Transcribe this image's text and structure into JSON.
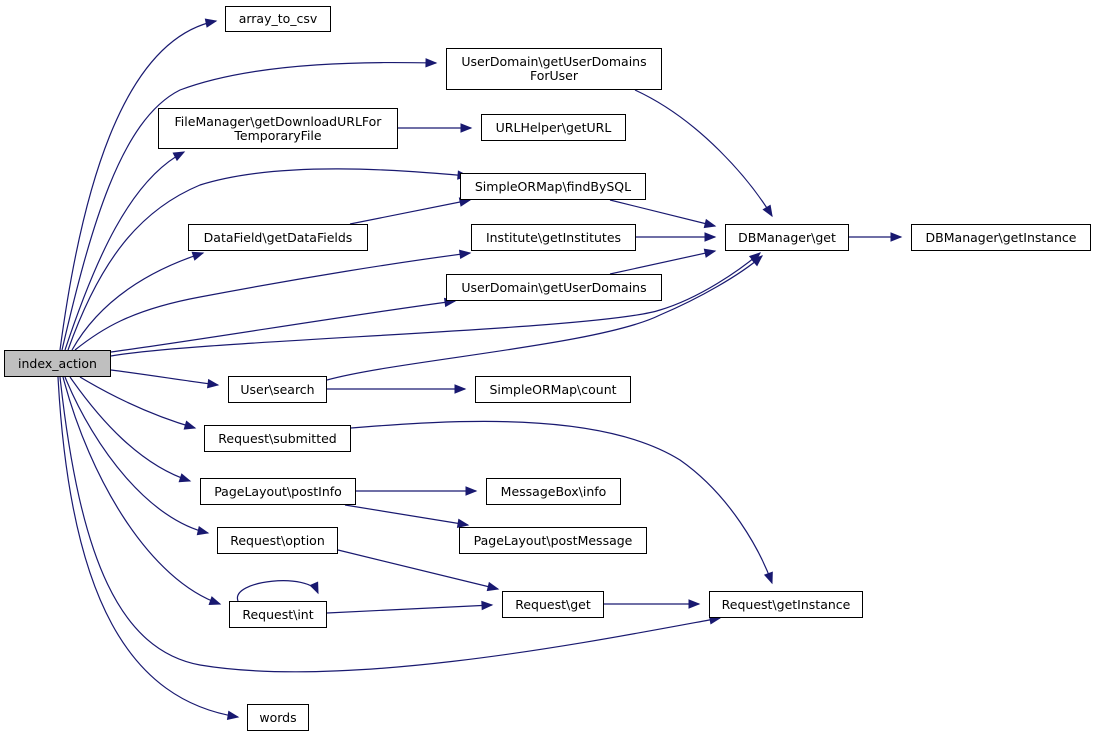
{
  "graph": {
    "type": "call-graph",
    "edge_color": "#191970",
    "root_fill": "#bfbfbf",
    "nodes": [
      {
        "id": "index_action",
        "label": "index_action",
        "root": true
      },
      {
        "id": "array_to_csv",
        "label": "array_to_csv"
      },
      {
        "id": "ud_forUser",
        "label": "UserDomain\\getUserDomains\nForUser"
      },
      {
        "id": "fm_download",
        "label": "FileManager\\getDownloadURLFor\nTemporaryFile"
      },
      {
        "id": "urlhelper",
        "label": "URLHelper\\getURL"
      },
      {
        "id": "findBySQL",
        "label": "SimpleORMap\\findBySQL"
      },
      {
        "id": "datafields",
        "label": "DataField\\getDataFields"
      },
      {
        "id": "institutes",
        "label": "Institute\\getInstitutes"
      },
      {
        "id": "ud_get",
        "label": "UserDomain\\getUserDomains"
      },
      {
        "id": "dbget",
        "label": "DBManager\\get"
      },
      {
        "id": "dbinstance",
        "label": "DBManager\\getInstance"
      },
      {
        "id": "usersearch",
        "label": "User\\search"
      },
      {
        "id": "sormcount",
        "label": "SimpleORMap\\count"
      },
      {
        "id": "submitted",
        "label": "Request\\submitted"
      },
      {
        "id": "postinfo",
        "label": "PageLayout\\postInfo"
      },
      {
        "id": "msginfo",
        "label": "MessageBox\\info"
      },
      {
        "id": "postmessage",
        "label": "PageLayout\\postMessage"
      },
      {
        "id": "option",
        "label": "Request\\option"
      },
      {
        "id": "reqint",
        "label": "Request\\int"
      },
      {
        "id": "reqget",
        "label": "Request\\get"
      },
      {
        "id": "reqinstance",
        "label": "Request\\getInstance"
      },
      {
        "id": "words",
        "label": "words"
      }
    ],
    "edges": [
      [
        "index_action",
        "array_to_csv"
      ],
      [
        "index_action",
        "ud_forUser"
      ],
      [
        "index_action",
        "fm_download"
      ],
      [
        "index_action",
        "findBySQL"
      ],
      [
        "index_action",
        "datafields"
      ],
      [
        "index_action",
        "institutes"
      ],
      [
        "index_action",
        "ud_get"
      ],
      [
        "index_action",
        "usersearch"
      ],
      [
        "index_action",
        "submitted"
      ],
      [
        "index_action",
        "postinfo"
      ],
      [
        "index_action",
        "option"
      ],
      [
        "index_action",
        "reqint"
      ],
      [
        "index_action",
        "reqinstance"
      ],
      [
        "index_action",
        "words"
      ],
      [
        "index_action",
        "dbget"
      ],
      [
        "fm_download",
        "urlhelper"
      ],
      [
        "datafields",
        "findBySQL"
      ],
      [
        "ud_forUser",
        "dbget"
      ],
      [
        "findBySQL",
        "dbget"
      ],
      [
        "institutes",
        "dbget"
      ],
      [
        "ud_get",
        "dbget"
      ],
      [
        "usersearch",
        "dbget"
      ],
      [
        "usersearch",
        "sormcount"
      ],
      [
        "dbget",
        "dbinstance"
      ],
      [
        "submitted",
        "reqinstance"
      ],
      [
        "postinfo",
        "msginfo"
      ],
      [
        "postinfo",
        "postmessage"
      ],
      [
        "option",
        "reqget"
      ],
      [
        "reqint",
        "reqint"
      ],
      [
        "reqint",
        "reqget"
      ],
      [
        "reqget",
        "reqinstance"
      ]
    ]
  }
}
